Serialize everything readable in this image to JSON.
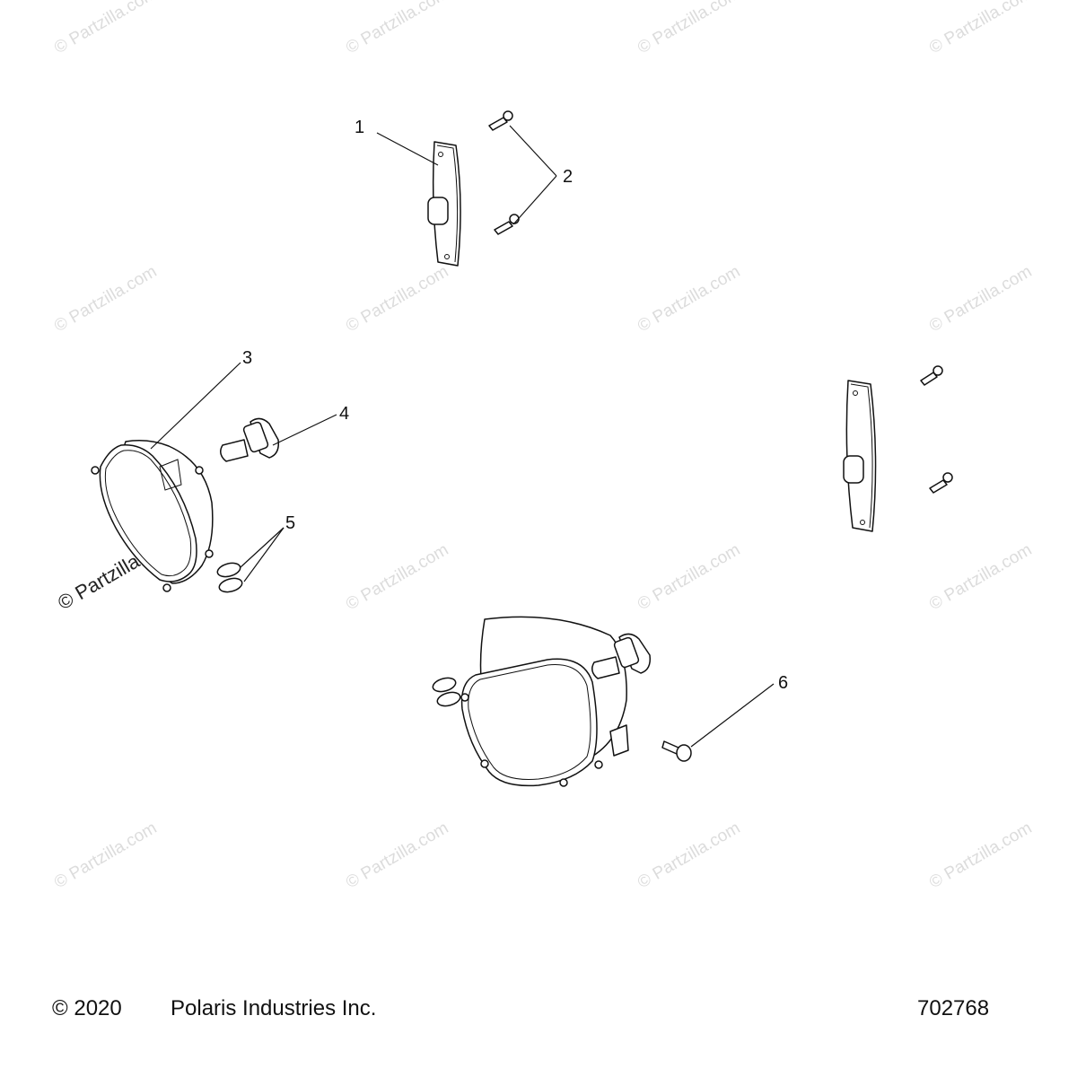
{
  "watermark": {
    "text": "© Partzilla.com"
  },
  "callouts": [
    {
      "id": "1",
      "label": "1"
    },
    {
      "id": "2",
      "label": "2"
    },
    {
      "id": "3",
      "label": "3"
    },
    {
      "id": "4",
      "label": "4"
    },
    {
      "id": "5",
      "label": "5"
    },
    {
      "id": "6",
      "label": "6"
    }
  ],
  "footer": {
    "copyright": "© 2020",
    "company": "Polaris Industries Inc.",
    "diagram_number": "702768"
  }
}
